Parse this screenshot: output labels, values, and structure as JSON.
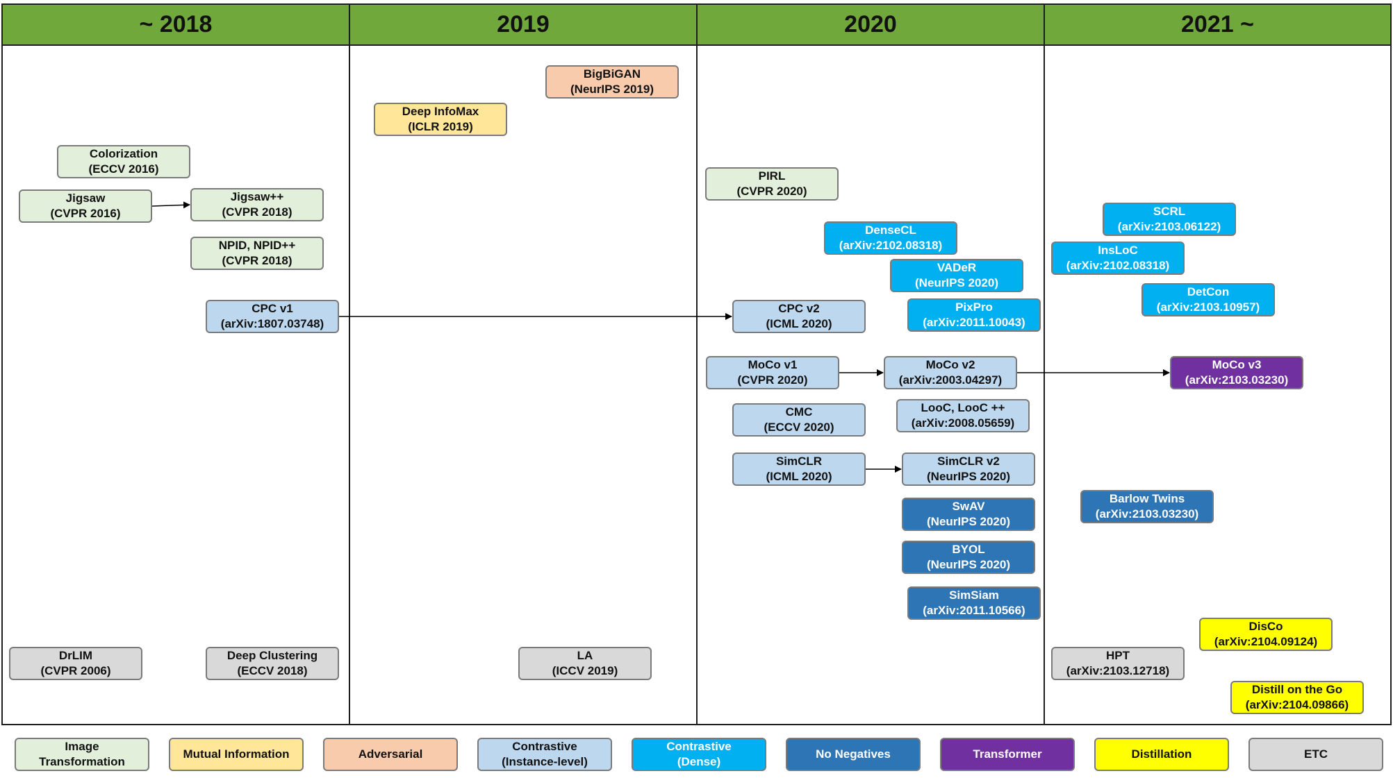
{
  "categories": {
    "image_transformation": {
      "label": [
        "Image",
        "Transformation"
      ],
      "color": "#e2efda",
      "text": "#111111"
    },
    "mutual_information": {
      "label": [
        "Mutual Information"
      ],
      "color": "#ffe699",
      "text": "#111111"
    },
    "adversarial": {
      "label": [
        "Adversarial"
      ],
      "color": "#f8cbad",
      "text": "#111111"
    },
    "contrastive_instance": {
      "label": [
        "Contrastive",
        "(Instance-level)"
      ],
      "color": "#bdd7ee",
      "text": "#111111"
    },
    "contrastive_dense": {
      "label": [
        "Contrastive",
        "(Dense)"
      ],
      "color": "#00b0f0",
      "text": "#ffffff"
    },
    "no_negatives": {
      "label": [
        "No Negatives"
      ],
      "color": "#2e75b6",
      "text": "#ffffff"
    },
    "transformer": {
      "label": [
        "Transformer"
      ],
      "color": "#7030a0",
      "text": "#ffffff"
    },
    "distillation": {
      "label": [
        "Distillation"
      ],
      "color": "#ffff00",
      "text": "#111111"
    },
    "etc": {
      "label": [
        "ETC"
      ],
      "color": "#d9d9d9",
      "text": "#111111"
    }
  },
  "legend_order": [
    "image_transformation",
    "mutual_information",
    "adversarial",
    "contrastive_instance",
    "contrastive_dense",
    "no_negatives",
    "transformer",
    "distillation",
    "etc"
  ],
  "header_color": "#70a83c",
  "columns": [
    {
      "id": "y2018",
      "title": "~ 2018"
    },
    {
      "id": "y2019",
      "title": "2019"
    },
    {
      "id": "y2020",
      "title": "2020"
    },
    {
      "id": "y2021",
      "title": "2021 ~"
    }
  ],
  "nodes": [
    {
      "id": "colorization",
      "name": "Colorization",
      "venue": "(ECCV 2016)",
      "category": "image_transformation"
    },
    {
      "id": "jigsaw",
      "name": "Jigsaw",
      "venue": "(CVPR 2016)",
      "category": "image_transformation"
    },
    {
      "id": "jigsawpp",
      "name": "Jigsaw++",
      "venue": "(CVPR 2018)",
      "category": "image_transformation"
    },
    {
      "id": "npid",
      "name": "NPID, NPID++",
      "venue": "(CVPR 2018)",
      "category": "image_transformation"
    },
    {
      "id": "cpcv1",
      "name": "CPC v1",
      "venue": "(arXiv:1807.03748)",
      "category": "contrastive_instance"
    },
    {
      "id": "drlim",
      "name": "DrLIM",
      "venue": "(CVPR 2006)",
      "category": "etc"
    },
    {
      "id": "deepclustering",
      "name": "Deep Clustering",
      "venue": "(ECCV 2018)",
      "category": "etc"
    },
    {
      "id": "bigbigan",
      "name": "BigBiGAN",
      "venue": "(NeurIPS 2019)",
      "category": "adversarial"
    },
    {
      "id": "deepinfomax",
      "name": "Deep InfoMax",
      "venue": "(ICLR 2019)",
      "category": "mutual_information"
    },
    {
      "id": "la",
      "name": "LA",
      "venue": "(ICCV 2019)",
      "category": "etc"
    },
    {
      "id": "pirl",
      "name": "PIRL",
      "venue": "(CVPR 2020)",
      "category": "image_transformation"
    },
    {
      "id": "densecl",
      "name": "DenseCL",
      "venue": "(arXiv:2102.08318)",
      "category": "contrastive_dense"
    },
    {
      "id": "vader",
      "name": "VADeR",
      "venue": "(NeurIPS 2020)",
      "category": "contrastive_dense"
    },
    {
      "id": "pixpro",
      "name": "PixPro",
      "venue": "(arXiv:2011.10043)",
      "category": "contrastive_dense"
    },
    {
      "id": "cpcv2",
      "name": "CPC v2",
      "venue": "(ICML 2020)",
      "category": "contrastive_instance"
    },
    {
      "id": "mocov1",
      "name": "MoCo v1",
      "venue": "(CVPR 2020)",
      "category": "contrastive_instance"
    },
    {
      "id": "mocov2",
      "name": "MoCo v2",
      "venue": "(arXiv:2003.04297)",
      "category": "contrastive_instance"
    },
    {
      "id": "cmc",
      "name": "CMC",
      "venue": "(ECCV 2020)",
      "category": "contrastive_instance"
    },
    {
      "id": "looc",
      "name": "LooC, LooC ++",
      "venue": "(arXiv:2008.05659)",
      "category": "contrastive_instance"
    },
    {
      "id": "simclr",
      "name": "SimCLR",
      "venue": "(ICML 2020)",
      "category": "contrastive_instance"
    },
    {
      "id": "simclrv2",
      "name": "SimCLR v2",
      "venue": "(NeurIPS 2020)",
      "category": "contrastive_instance"
    },
    {
      "id": "swav",
      "name": "SwAV",
      "venue": "(NeurIPS 2020)",
      "category": "no_negatives"
    },
    {
      "id": "byol",
      "name": "BYOL",
      "venue": "(NeurIPS 2020)",
      "category": "no_negatives"
    },
    {
      "id": "simsiam",
      "name": "SimSiam",
      "venue": "(arXiv:2011.10566)",
      "category": "no_negatives"
    },
    {
      "id": "scrl",
      "name": "SCRL",
      "venue": "(arXiv:2103.06122)",
      "category": "contrastive_dense"
    },
    {
      "id": "insloc",
      "name": "InsLoC",
      "venue": "(arXiv:2102.08318)",
      "category": "contrastive_dense"
    },
    {
      "id": "detcon",
      "name": "DetCon",
      "venue": "(arXiv:2103.10957)",
      "category": "contrastive_dense"
    },
    {
      "id": "mocov3",
      "name": "MoCo v3",
      "venue": "(arXiv:2103.03230)",
      "category": "transformer"
    },
    {
      "id": "barlow",
      "name": "Barlow Twins",
      "venue": "(arXiv:2103.03230)",
      "category": "no_negatives"
    },
    {
      "id": "disco",
      "name": "DisCo",
      "venue": "(arXiv:2104.09124)",
      "category": "distillation"
    },
    {
      "id": "hpt",
      "name": "HPT",
      "venue": "(arXiv:2103.12718)",
      "category": "etc"
    },
    {
      "id": "distillgo",
      "name": "Distill on the Go",
      "venue": "(arXiv:2104.09866)",
      "category": "distillation"
    }
  ],
  "edges": [
    {
      "from": "jigsaw",
      "to": "jigsawpp"
    },
    {
      "from": "cpcv1",
      "to": "cpcv2"
    },
    {
      "from": "mocov1",
      "to": "mocov2"
    },
    {
      "from": "mocov2",
      "to": "mocov3"
    },
    {
      "from": "simclr",
      "to": "simclrv2"
    }
  ]
}
